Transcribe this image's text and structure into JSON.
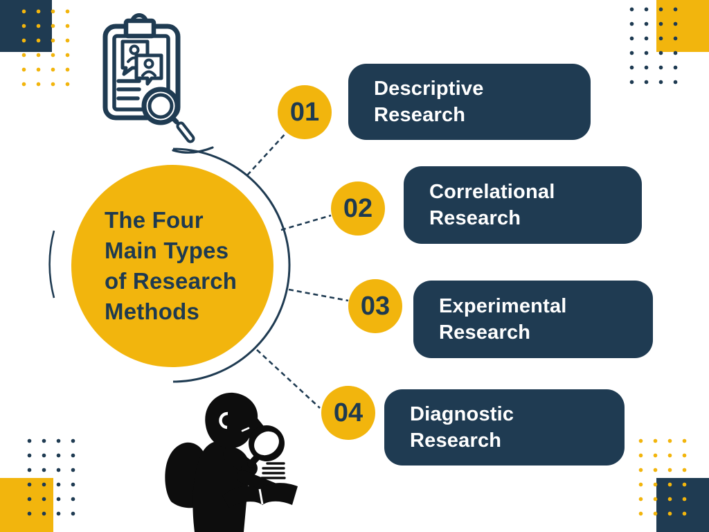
{
  "palette": {
    "yellow": "#F2B50D",
    "navy": "#1F3B52",
    "title_text": "#1E3A50",
    "box_text": "#FFFFFF",
    "silhouette_black": "#0D0D0D",
    "background": "#FFFFFF"
  },
  "title": {
    "lines": [
      "The Four",
      "Main Types",
      "of Research",
      "Methods"
    ]
  },
  "items": [
    {
      "number": "01",
      "label": "Descriptive Research"
    },
    {
      "number": "02",
      "label": "Correlational Research"
    },
    {
      "number": "03",
      "label": "Experimental Research"
    },
    {
      "number": "04",
      "label": "Diagnostic Research"
    }
  ],
  "icons": {
    "top_left": "clipboard-with-magnifier-icon",
    "bottom": "boy-reading-with-magnifier-icon"
  }
}
